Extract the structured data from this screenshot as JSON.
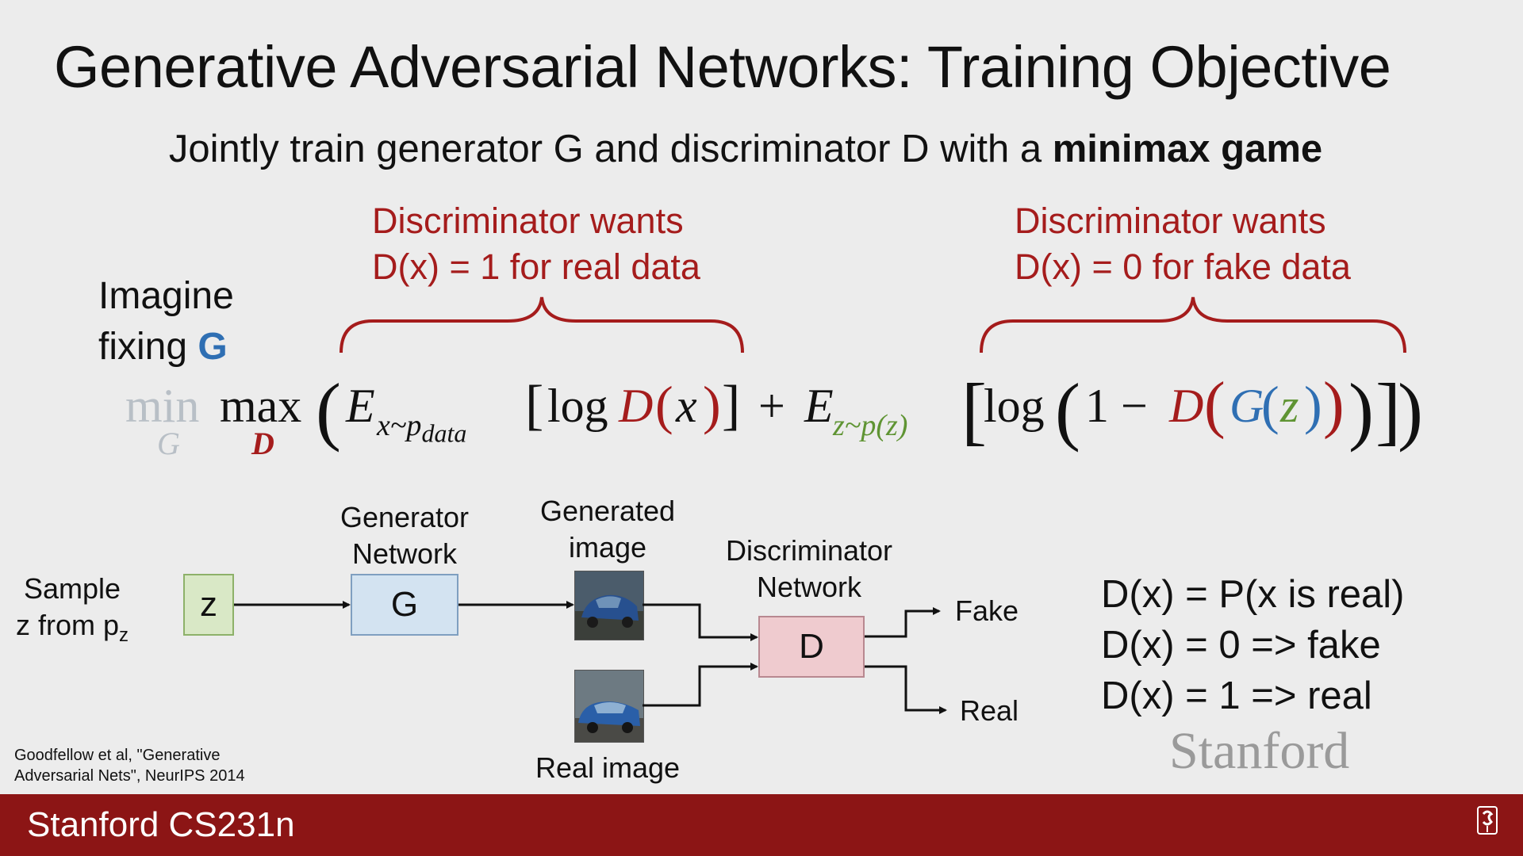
{
  "title": "Generative Adversarial Networks: Training Objective",
  "subtitle": {
    "prefix": "Jointly train generator G and discriminator D with a ",
    "bold": "minimax game"
  },
  "annotations": {
    "real": [
      "Discriminator wants",
      "D(x) = 1 for real data"
    ],
    "fake": [
      "Discriminator wants",
      "D(x) = 0 for fake data"
    ]
  },
  "imagine": {
    "line1": "Imagine",
    "line2_prefix": "fixing ",
    "line2_g": "G"
  },
  "equation": {
    "min": "min",
    "min_sub": "G",
    "max": "max",
    "max_sub": "D",
    "E1": "E",
    "E1_sub": "x~p",
    "E1_subsub": "data",
    "log1": "log",
    "D1": "D",
    "x": "x",
    "plus": "+",
    "E2": "E",
    "E2_sub": "z~p(z)",
    "log2": "log",
    "one_minus": "1 −",
    "D2": "D",
    "G": "G",
    "z": "z"
  },
  "diagram": {
    "sample_label": [
      "Sample",
      "z from p"
    ],
    "sample_sub": "z",
    "z_box": "z",
    "generator_label": [
      "Generator",
      "Network"
    ],
    "G_box": "G",
    "generated_label": [
      "Generated",
      "image"
    ],
    "discriminator_label": [
      "Discriminator",
      "Network"
    ],
    "D_box": "D",
    "real_image_label": "Real image",
    "output_fake": "Fake",
    "output_real": "Real"
  },
  "definitions": [
    "D(x) = P(x is real)",
    "D(x) = 0 => fake",
    "D(x) = 1 => real"
  ],
  "citation": [
    "Goodfellow et al, \"Generative",
    "Adversarial Nets\", NeurIPS 2014"
  ],
  "watermark": "Stanford",
  "footer": "Stanford CS231n",
  "colors": {
    "accent_red": "#a51c1c",
    "footer_red": "#8c1515",
    "generator_blue": "#2f6fb3",
    "z_green": "#5f9433",
    "z_box_fill": "#d9e8c6",
    "g_box_fill": "#d3e3f1",
    "d_box_fill": "#efcbcf"
  }
}
